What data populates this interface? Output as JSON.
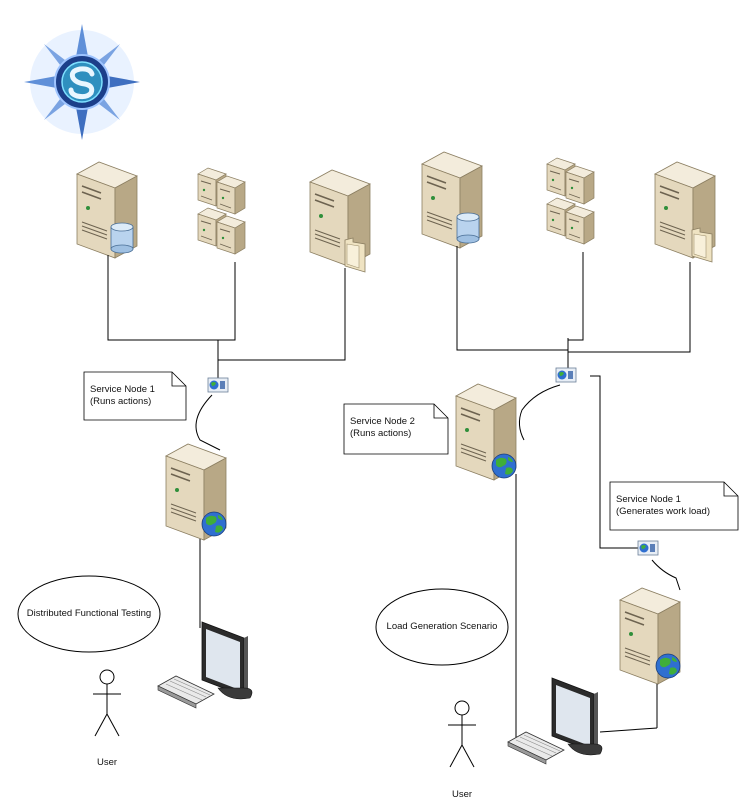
{
  "scenario_left": {
    "title": "Distributed Functional Testing",
    "service_node": {
      "line1": "Service Node 1",
      "line2": "(Runs actions)"
    },
    "user_label": "User"
  },
  "scenario_right": {
    "title": "Load Generation Scenario",
    "service_node_2": {
      "line1": "Service Node 2",
      "line2": "(Runs actions)"
    },
    "service_node_1": {
      "line1": "Service Node 1",
      "line2": "(Generates work load)"
    },
    "user_label": "User"
  },
  "colors": {
    "server_face": "#e6dcc4",
    "server_side": "#bfb293",
    "line": "#000000",
    "logo_blue": "#3a7bd5"
  }
}
